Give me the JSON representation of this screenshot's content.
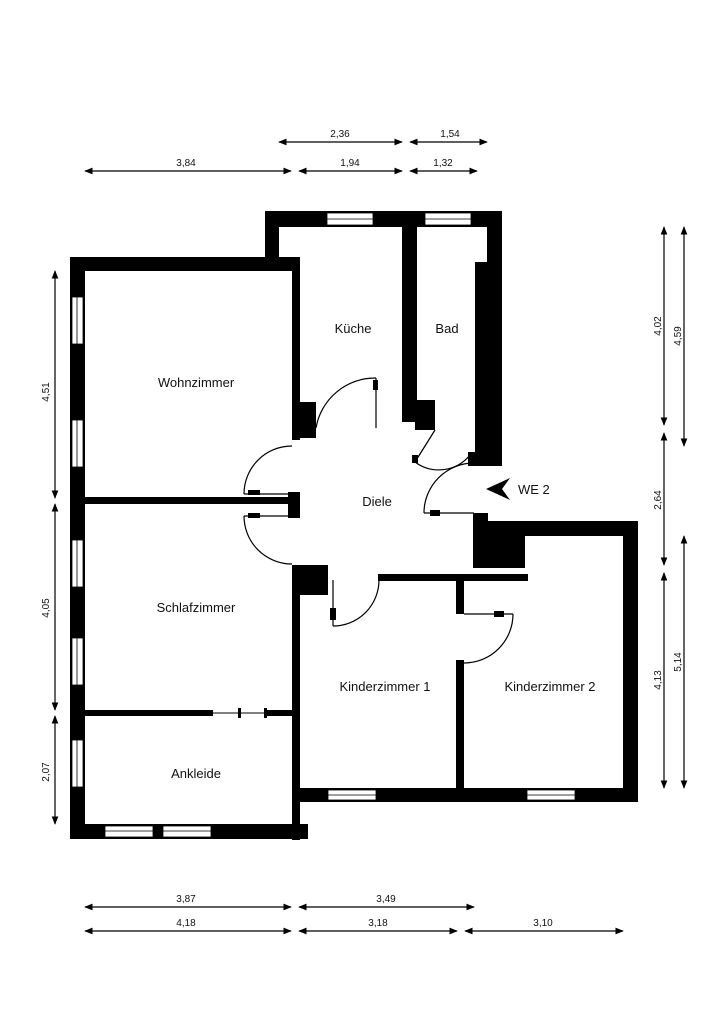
{
  "rooms": {
    "wohnzimmer": "Wohnzimmer",
    "kueche": "Küche",
    "bad": "Bad",
    "diele": "Diele",
    "schlafzimmer": "Schlafzimmer",
    "ankleide": "Ankleide",
    "kinderzimmer1": "Kinderzimmer 1",
    "kinderzimmer2": "Kinderzimmer 2"
  },
  "entrance": {
    "label": "WE 2"
  },
  "dimensions": {
    "top_row1": [
      "2,36",
      "1,54"
    ],
    "top_row2": [
      "3,84",
      "1,94",
      "1,32"
    ],
    "left": [
      "4,51",
      "4,05",
      "2,07"
    ],
    "right_inner": [
      "4,02",
      "2,64",
      "4,13"
    ],
    "right_outer": [
      "4,59",
      "5,14"
    ],
    "bottom_row1": [
      "3,87",
      "3,49"
    ],
    "bottom_row2": [
      "4,18",
      "3,18",
      "3,10"
    ]
  }
}
